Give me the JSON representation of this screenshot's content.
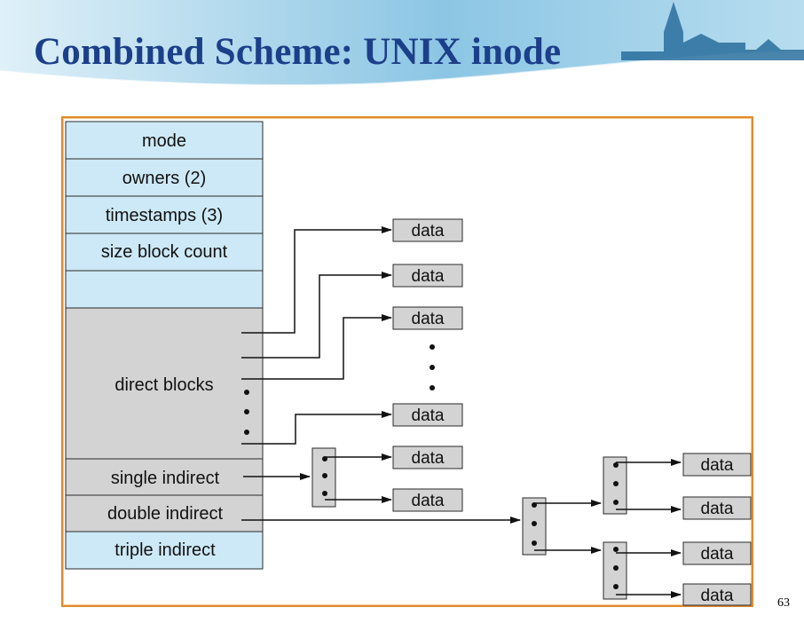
{
  "slide": {
    "title": "Combined Scheme:  UNIX inode",
    "page_number": "63"
  },
  "inode_fields": {
    "mode": "mode",
    "owners": "owners (2)",
    "timestamps": "timestamps (3)",
    "size_block_count": "size block count",
    "empty": "",
    "direct_blocks": "direct blocks",
    "single_indirect": "single indirect",
    "double_indirect": "double indirect",
    "triple_indirect": "triple indirect"
  },
  "data_label": "data",
  "colors": {
    "title": "#1c3f8a",
    "inode_blue": "#cde9f7",
    "pointer_gray": "#d3d3d3",
    "frame_border": "#e08a2e",
    "line": "#111111"
  }
}
